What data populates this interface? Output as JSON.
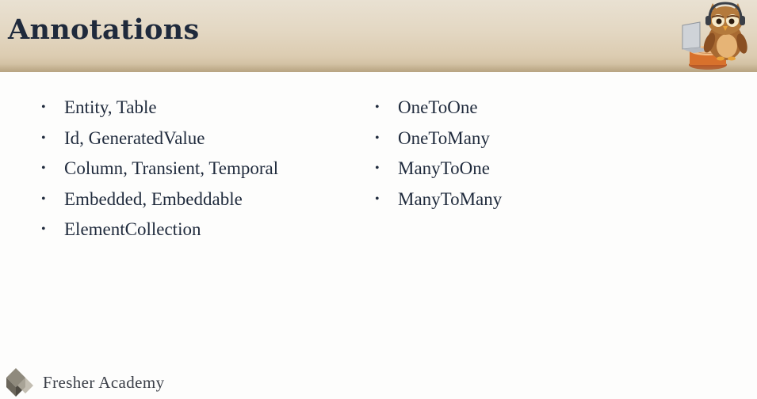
{
  "slide": {
    "title": "Annotations"
  },
  "left_list": [
    "Entity, Table",
    "Id, GeneratedValue",
    "Column, Transient, Temporal",
    "Embedded, Embeddable",
    "ElementCollection"
  ],
  "right_list": [
    "OneToOne",
    "OneToMany",
    "ManyToOne",
    "ManyToMany"
  ],
  "footer": {
    "brand": "Fresher Academy"
  },
  "icons": {
    "mascot": "owl-with-laptop-mascot",
    "logo": "cube-logo-icon",
    "bullet": "bullet-dot"
  },
  "colors": {
    "title": "#1f2a3c",
    "body_text": "#1f2a3c",
    "header_band": "#e3d7c2",
    "background": "#fdfdfc",
    "footer_text": "#3b3f48"
  }
}
